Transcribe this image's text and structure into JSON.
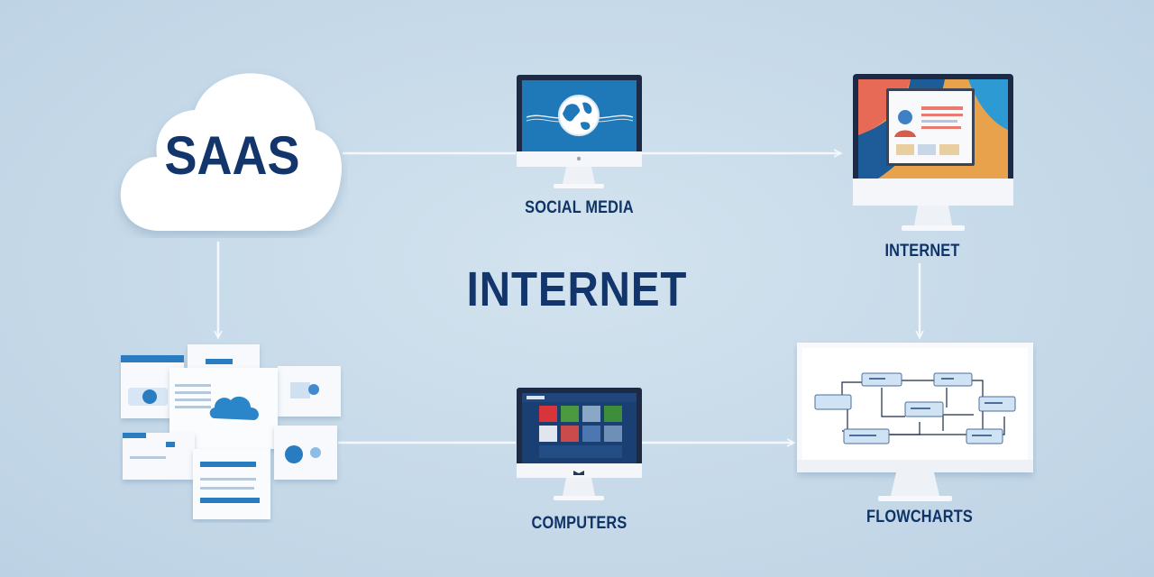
{
  "diagram": {
    "center_title": "INTERNET",
    "nodes": {
      "saas": {
        "label": "SAAS"
      },
      "social_media": {
        "label": "SOCIAL MEDIA"
      },
      "internet": {
        "label": "INTERNET"
      },
      "computers": {
        "label": "COMPUTERS"
      },
      "flowcharts": {
        "label": "FLOWCHARTS"
      }
    },
    "connections": [
      {
        "from": "SAAS",
        "to": "SOCIAL MEDIA"
      },
      {
        "from": "SOCIAL MEDIA",
        "to": "INTERNET"
      },
      {
        "from": "SAAS",
        "to": "dashboards"
      },
      {
        "from": "INTERNET",
        "to": "FLOWCHARTS"
      },
      {
        "from": "dashboards",
        "to": "COMPUTERS"
      },
      {
        "from": "COMPUTERS",
        "to": "FLOWCHARTS"
      }
    ]
  },
  "colors": {
    "background": "#c7d9e8",
    "title_text": "#12366b",
    "accent_blue": "#1b6fb5",
    "monitor_frame": "#1c2a45"
  },
  "icons": [
    "cloud-icon",
    "globe-monitor-icon",
    "web-page-monitor-icon",
    "dashboard-stack-icon",
    "app-grid-monitor-icon",
    "flowchart-monitor-icon"
  ]
}
